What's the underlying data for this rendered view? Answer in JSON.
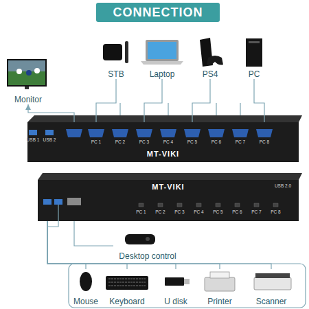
{
  "diagram": {
    "title": "CONNECTION",
    "nodes": [
      {
        "text": [
          "STB"
        ]
      },
      {
        "text": [
          "Laptop"
        ]
      },
      {
        "text": [
          "PS4"
        ]
      },
      {
        "text": [
          "PC"
        ]
      },
      {
        "text": [
          "Monitor"
        ]
      },
      {
        "text": [
          "MT-VIKI"
        ]
      },
      {
        "text": [
          "MT-VIKI"
        ]
      },
      {
        "text": [
          "Desktop control"
        ]
      },
      {
        "text": [
          "Mouse"
        ]
      },
      {
        "text": [
          "Keyboard"
        ]
      },
      {
        "text": [
          "U disk"
        ]
      },
      {
        "text": [
          "Printer"
        ]
      },
      {
        "text": [
          "Scanner"
        ]
      }
    ],
    "edges": [
      {
        "from": 0,
        "to": 5,
        "arrow": "none"
      },
      {
        "from": 1,
        "to": 5,
        "arrow": "none"
      },
      {
        "from": 2,
        "to": 5,
        "arrow": "none"
      },
      {
        "from": 3,
        "to": 5,
        "arrow": "none"
      },
      {
        "from": 5,
        "to": 4,
        "arrow": "to"
      },
      {
        "from": 6,
        "to": 7,
        "arrow": "none"
      },
      {
        "from": 6,
        "to": 8,
        "arrow": "none"
      },
      {
        "from": 6,
        "to": 9,
        "arrow": "none"
      },
      {
        "from": 6,
        "to": 10,
        "arrow": "none"
      },
      {
        "from": 6,
        "to": 11,
        "arrow": "none"
      },
      {
        "from": 6,
        "to": 12,
        "arrow": "none"
      }
    ],
    "labels": [
      "USB 1",
      "USB 2",
      "PC 1",
      "PC 2",
      "PC 3",
      "PC 4",
      "PC 5",
      "PC 6",
      "PC 7",
      "PC 8",
      "PC 1",
      "PC 2",
      "PC 3",
      "PC 4",
      "PC 5",
      "PC 6",
      "PC 7",
      "PC 8",
      "USB 2.0"
    ]
  }
}
